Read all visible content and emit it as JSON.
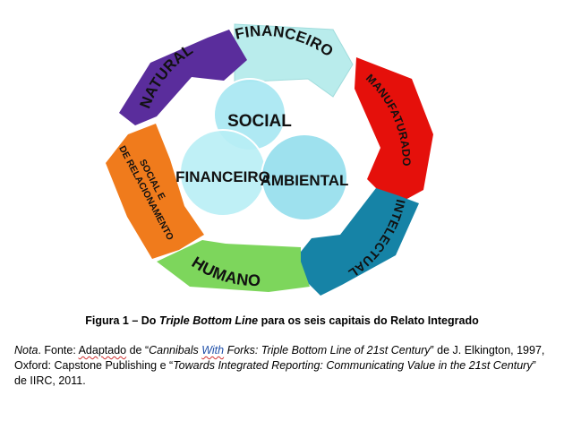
{
  "diagram": {
    "arrows": [
      {
        "id": "financeiro",
        "label": "FINANCEIRO",
        "color": "#b9ecec",
        "text_color": "#111111"
      },
      {
        "id": "manufaturado",
        "label": "MANUFATURADO",
        "color": "#e5100b",
        "text_color": "#111111"
      },
      {
        "id": "intelectual",
        "label": "INTELECTUAL",
        "color": "#1683a6",
        "text_color": "#111111"
      },
      {
        "id": "humano",
        "label": "HUMANO",
        "color": "#7dd65c",
        "text_color": "#111111"
      },
      {
        "id": "social",
        "label_line1": "SOCIAL E",
        "label_line2": "DE RELACIONAMENTO",
        "color": "#f07b1c",
        "text_color": "#111111"
      },
      {
        "id": "natural",
        "label": "NATURAL",
        "color": "#5a2d9c",
        "text_color": "#111111"
      }
    ],
    "venn": {
      "social": "SOCIAL",
      "financeiro": "FINANCEIRO",
      "ambiental": "AMBIENTAL",
      "fill_top": "#a8e7f2",
      "fill_left": "#b8eef5",
      "fill_right": "#8ddceb"
    }
  },
  "caption": {
    "prefix": "Figura 1 – Do ",
    "italic": "Triple Bottom Line",
    "suffix": " para os seis capitais do Relato Integrado"
  },
  "note": {
    "nota": "Nota",
    "t1": ". Fonte: ",
    "adaptado": "Adaptado",
    "t2": " de “",
    "cannibals": "Cannibals ",
    "with": "With",
    "forks": " Forks: Triple Bottom Line of 21st Century",
    "t3": "” de J. Elkington, 1997, Oxford: Capstone Publishing e “",
    "towards": "Towards Integrated Reporting: Communicating Value in the 21st Century",
    "t4": "” de IIRC, 2011."
  }
}
